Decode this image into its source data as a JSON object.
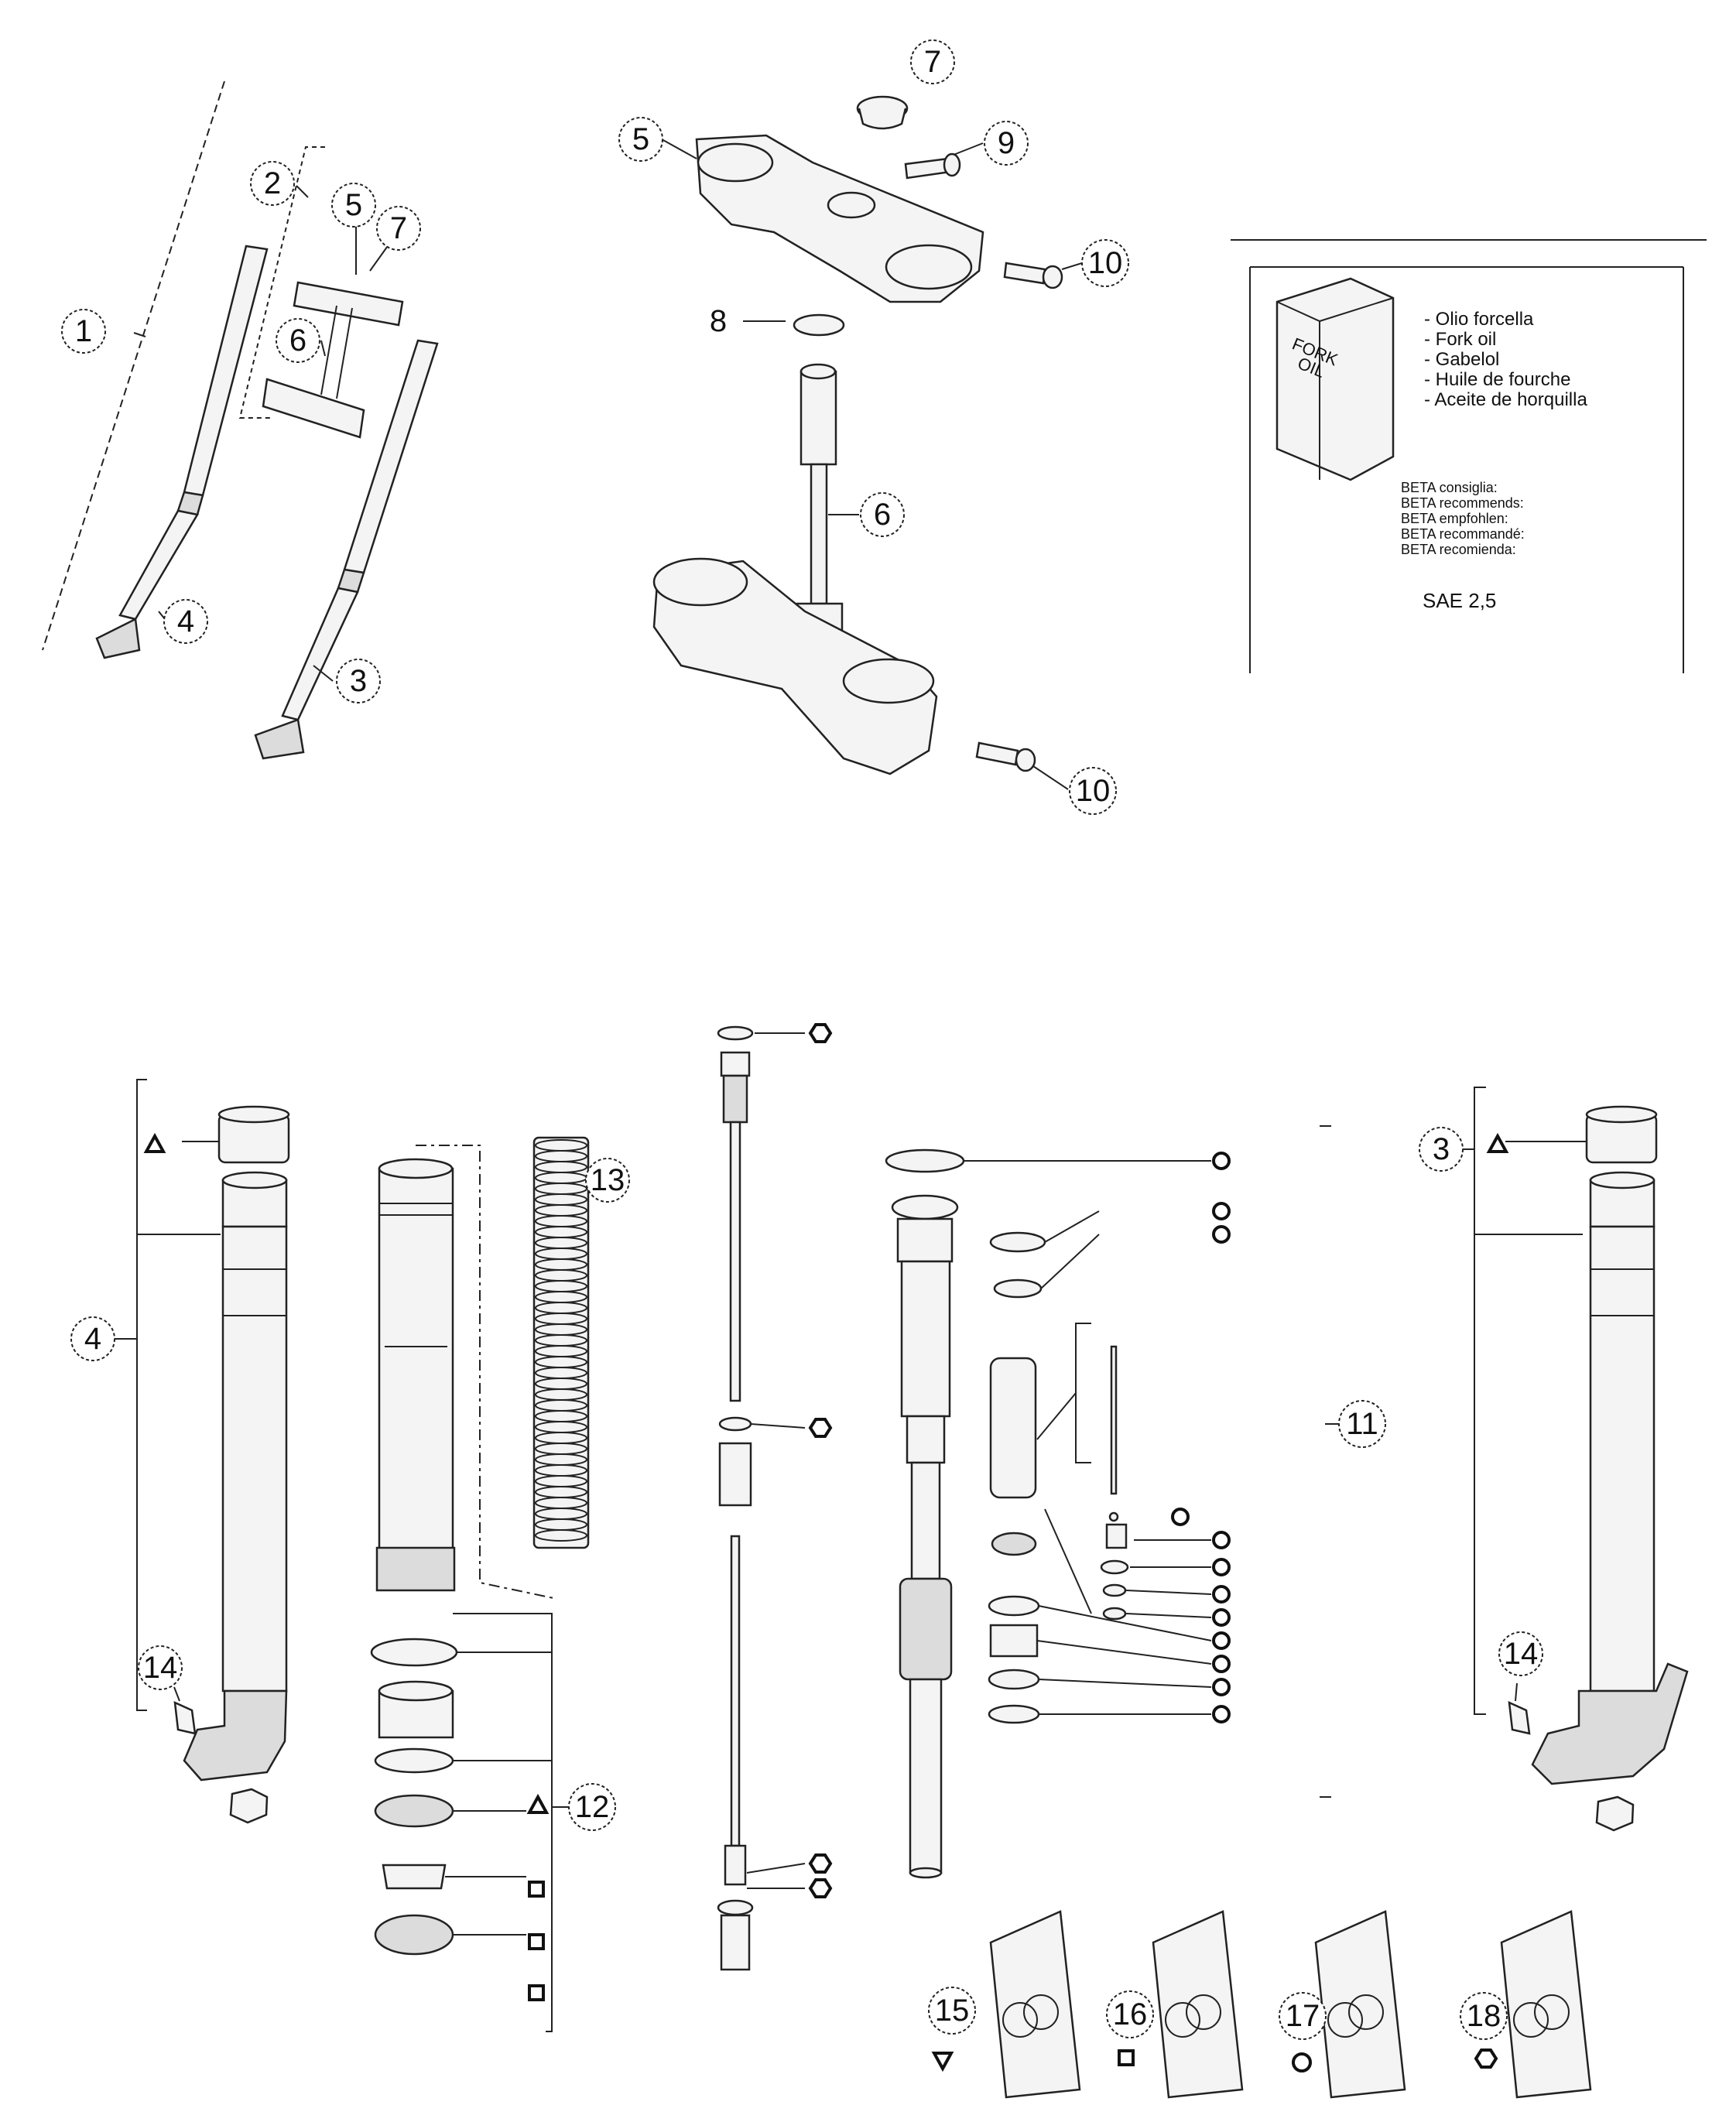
{
  "callouts": {
    "c1": "1",
    "c2": "2",
    "c3": "3",
    "c4": "4",
    "c5": "5",
    "c6": "6",
    "c7": "7",
    "c8": "8",
    "c9": "9",
    "c10": "10",
    "c11": "11",
    "c12": "12",
    "c13": "13",
    "c14": "14",
    "c15": "15",
    "c16": "16",
    "c17": "17",
    "c18": "18"
  },
  "oil_box": {
    "can_label_line1": "FORK",
    "can_label_line2": "OIL",
    "names": [
      "- Olio forcella",
      "- Fork oil",
      "- Gabelol",
      "- Huile de fourche",
      "- Aceite de horquilla"
    ],
    "recommends": [
      "BETA consiglia:",
      "BETA recommends:",
      "BETA empfohlen:",
      "BETA recommandé:",
      "BETA recomienda:"
    ],
    "oil_grade": "SAE 2,5"
  },
  "kit_symbols": {
    "kit_15": "triangle",
    "kit_16": "square",
    "kit_17": "circle",
    "kit_18": "hexagon"
  }
}
